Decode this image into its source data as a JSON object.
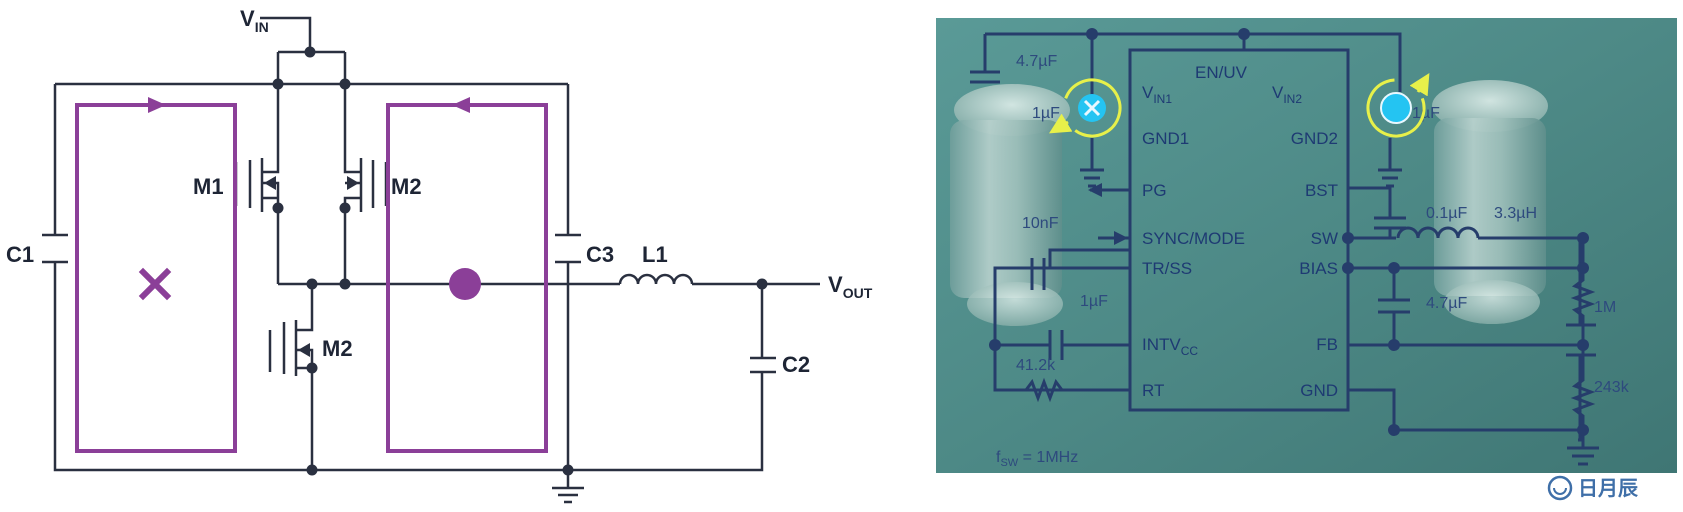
{
  "left_schematic": {
    "vin": {
      "main": "V",
      "sub": "IN"
    },
    "vout": {
      "main": "V",
      "sub": "OUT"
    },
    "components": {
      "m1": "M1",
      "m2_top": "M2",
      "m2_bottom": "M2",
      "c1": "C1",
      "c2": "C2",
      "c3": "C3",
      "l1": "L1"
    },
    "markers": {
      "loop_left": "into-page-x",
      "loop_right": "out-of-page-dot"
    },
    "colors": {
      "wire": "#2a3040",
      "loop": "#8b3f98"
    }
  },
  "right_photo": {
    "ic_top_label": "EN/UV",
    "ic_left_pins": [
      {
        "main": "V",
        "sub": "IN1"
      },
      {
        "main": "GND1",
        "sub": ""
      },
      {
        "main": "PG",
        "sub": ""
      },
      {
        "main": "SYNC/MODE",
        "sub": ""
      },
      {
        "main": "TR/SS",
        "sub": ""
      },
      {
        "main": "INTV",
        "sub": "CC"
      },
      {
        "main": "RT",
        "sub": ""
      }
    ],
    "ic_right_pins": [
      {
        "main": "V",
        "sub": "IN2"
      },
      {
        "main": "GND2",
        "sub": ""
      },
      {
        "main": "BST",
        "sub": ""
      },
      {
        "main": "SW",
        "sub": ""
      },
      {
        "main": "BIAS",
        "sub": ""
      },
      {
        "main": "FB",
        "sub": ""
      },
      {
        "main": "GND",
        "sub": ""
      }
    ],
    "values": {
      "cin_top": "4.7µF",
      "cin_vin1": "1µF",
      "cin_vin2": "1µF",
      "c_tr": "10nF",
      "c_intv": "1µF",
      "r_rt": "41.2k",
      "c_bst": "0.1µF",
      "l_out": "3.3µH",
      "c_bias": "4.7µF",
      "r_top": "1M",
      "r_bot": "243k"
    },
    "fsw": {
      "main": "f",
      "sub": "SW",
      "rest": " = 1MHz"
    },
    "colors": {
      "background": "#4f8c8a",
      "field_marker": "#24c4f2",
      "arrow": "#e7f04a"
    }
  },
  "watermark": {
    "text": "日月辰"
  }
}
